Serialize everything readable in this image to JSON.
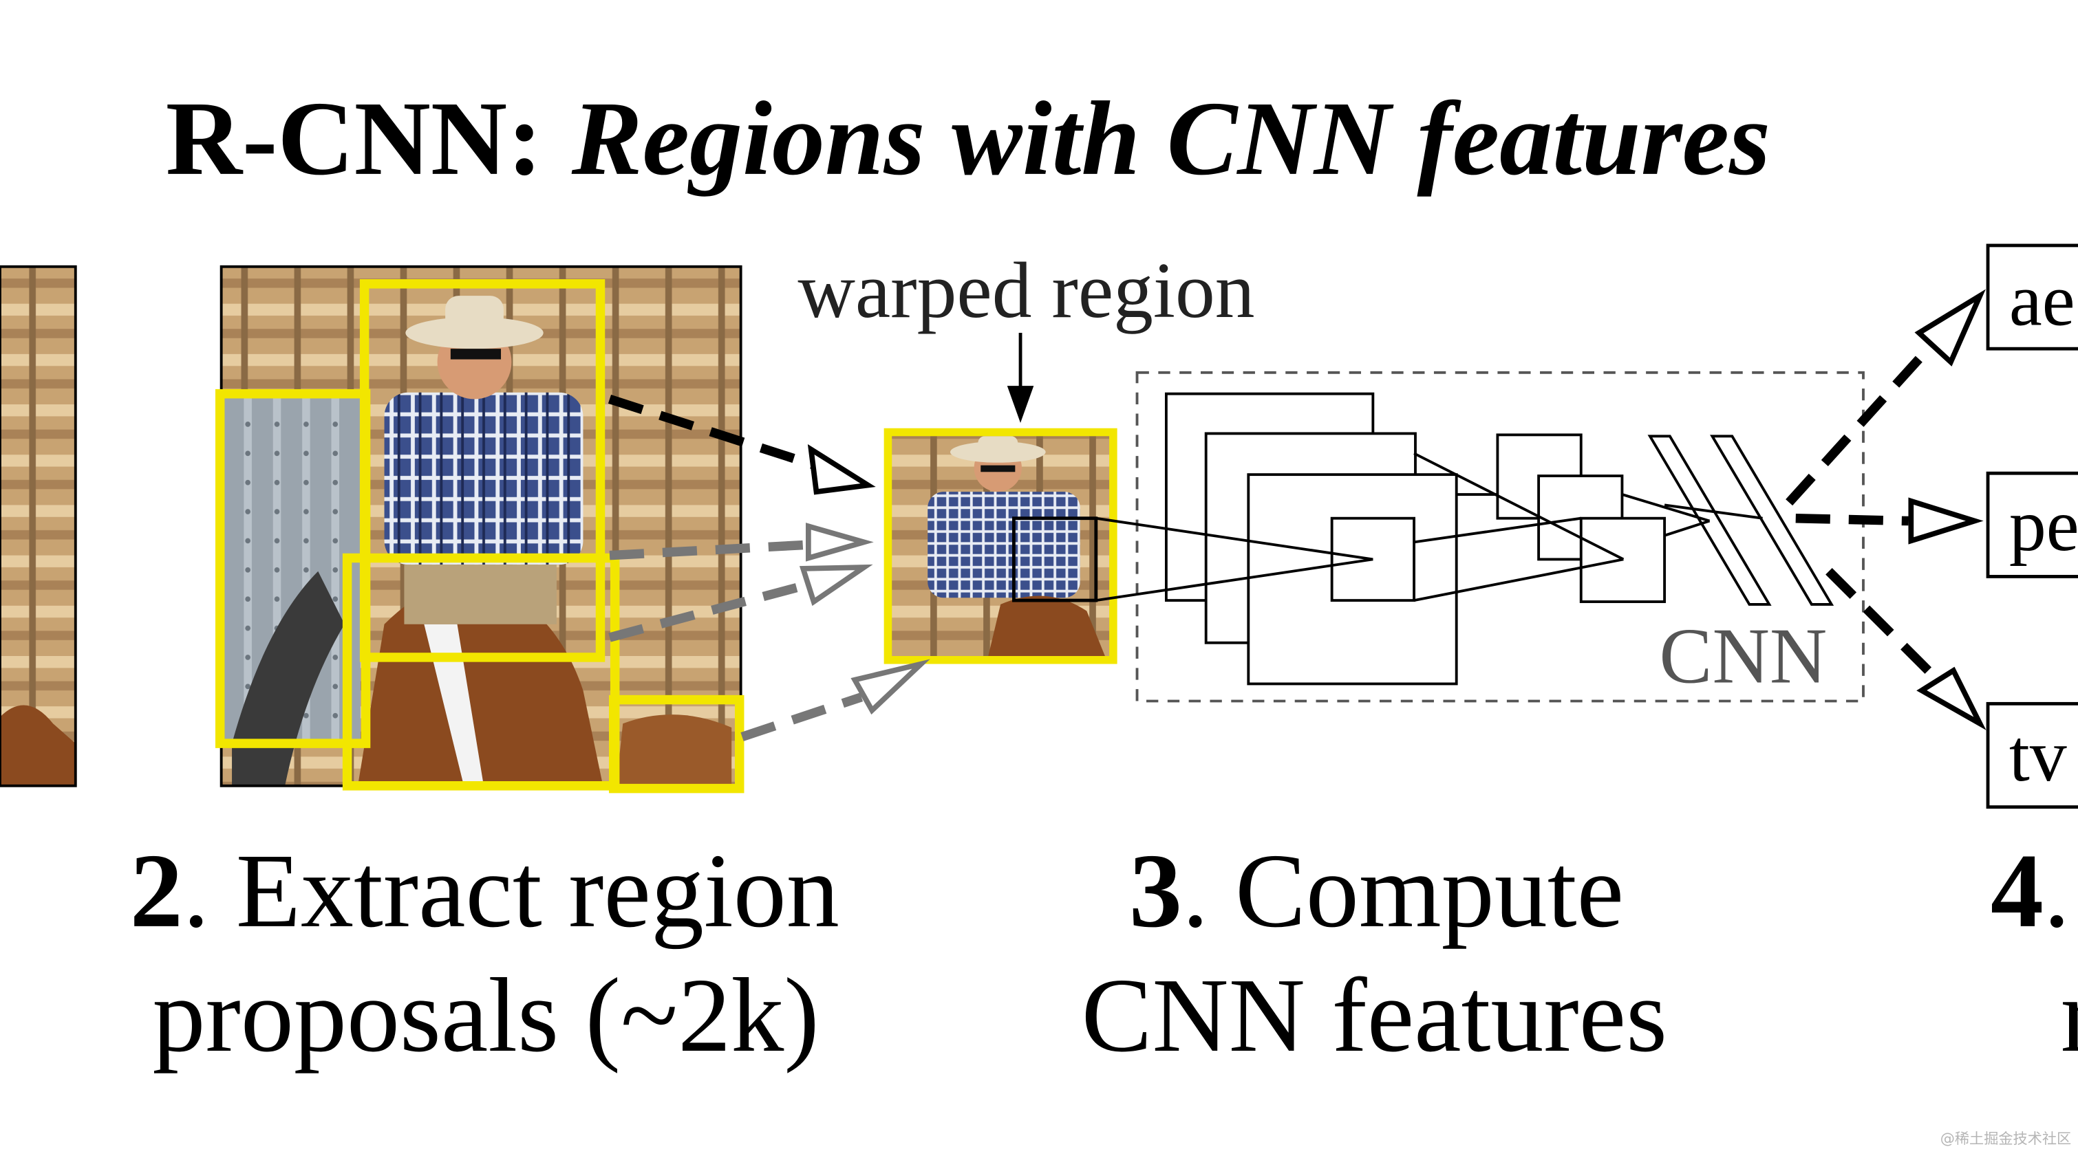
{
  "title": {
    "prefix": "R-CNN:",
    "italic": "Regions with CNN features"
  },
  "labels": {
    "warped_region": "warped region",
    "cnn": "CNN"
  },
  "outputs": [
    "ae",
    "pe",
    "tv"
  ],
  "steps": [
    {
      "number": "2",
      "line1": ". Extract region",
      "line2": "proposals (~2k)"
    },
    {
      "number": "3",
      "line1": ". Compute",
      "line2": "CNN features"
    },
    {
      "number": "4",
      "line1": ".",
      "line2": "r"
    }
  ],
  "watermark": "@稀土掘金技术社区",
  "colors": {
    "proposal_box": "#f2e600",
    "arrow_dark": "#000000",
    "arrow_gray": "#777777",
    "cnn_label": "#555555"
  }
}
